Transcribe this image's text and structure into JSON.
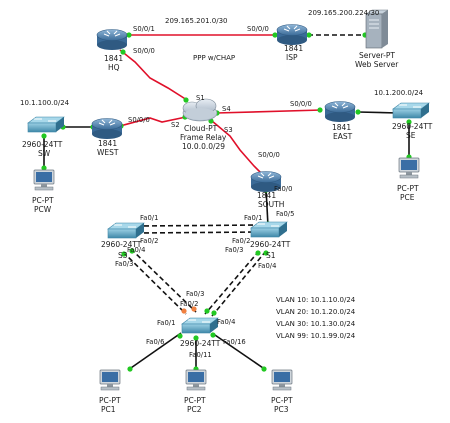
{
  "colors": {
    "serial": "#e0102a",
    "ethernet": "#111111",
    "port_up": "#22c822",
    "port_blocked": "#f08040",
    "router": "#4a7fb0",
    "switch": "#4f9ab8"
  },
  "devices": {
    "hq": {
      "model": "1841",
      "name": "HQ"
    },
    "isp": {
      "model": "1841",
      "name": "ISP"
    },
    "web_server": {
      "model": "Server-PT",
      "name": "Web Server"
    },
    "west": {
      "model": "1841",
      "name": "WEST"
    },
    "east": {
      "model": "1841",
      "name": "EAST"
    },
    "sw": {
      "model": "2960-24TT",
      "name": "SW"
    },
    "se": {
      "model": "2960-24TT",
      "name": "SE"
    },
    "pcw": {
      "model": "PC-PT",
      "name": "PCW"
    },
    "pce": {
      "model": "PC-PT",
      "name": "PCE"
    },
    "cloud": {
      "model": "Cloud-PT",
      "name": "Frame Relay",
      "subnet": "10.0.0.0/29"
    },
    "south": {
      "model": "1841",
      "name": "SOUTH"
    },
    "s3": {
      "model": "2960-24TT",
      "name": "S3"
    },
    "s1": {
      "model": "2960-24TT",
      "name": "S1"
    },
    "s2": {
      "model": "2960-24TT",
      "name": "S2"
    },
    "pc1": {
      "model": "PC-PT",
      "name": "PC1"
    },
    "pc2": {
      "model": "PC-PT",
      "name": "PC2"
    },
    "pc3": {
      "model": "PC-PT",
      "name": "PC3"
    }
  },
  "networks": {
    "hq_isp": "209.165.201.0/30",
    "isp_server": "209.165.200.224/30",
    "west_lan": "10.1.100.0/24",
    "east_lan": "10.1.200.0/24",
    "ppp": "PPP w/CHAP"
  },
  "ports": {
    "hq_s000": "S0/0/1",
    "isp_s000": "S0/0/0",
    "hq_s0_0_0": "S0/0/0",
    "west_s000": "S0/0/0",
    "east_s000": "S0/0/0",
    "south_s000": "S0/0/0",
    "south_fa00": "Fa0/0",
    "cloud_s1": "S1",
    "cloud_s2": "S2",
    "cloud_s3": "S3",
    "cloud_s4": "S4",
    "s3_fa01": "Fa0/1",
    "s3_fa02": "Fa0/2",
    "s3_fa04": "Fa0/4",
    "s3_fa03": "Fa0/3",
    "s1_fa01": "Fa0/1",
    "s1_fa05": "Fa0/5",
    "s1_fa02": "Fa0/2",
    "s1_fa03": "Fa0/3",
    "s1_fa04": "Fa0/4",
    "s2_fa03": "Fa0/3",
    "s2_fa02": "Fa0/2",
    "s2_fa01": "Fa0/1",
    "s2_fa04": "Fa0/4",
    "s2_fa06": "Fa0/6",
    "s2_fa11": "Fa0/11",
    "s2_fa16": "Fa0/16"
  },
  "vlans": [
    "VLAN 10: 10.1.10.0/24",
    "VLAN 20: 10.1.20.0/24",
    "VLAN 30: 10.1.30.0/24",
    "VLAN 99: 10.1.99.0/24"
  ]
}
